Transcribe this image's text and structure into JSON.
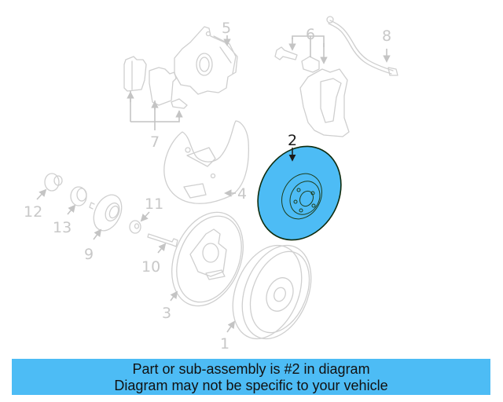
{
  "diagram": {
    "highlighted_part": "2",
    "highlight_color": "#4dbcf5",
    "callouts": [
      {
        "id": "1",
        "label": "1"
      },
      {
        "id": "2",
        "label": "2"
      },
      {
        "id": "3",
        "label": "3"
      },
      {
        "id": "4",
        "label": "4"
      },
      {
        "id": "5",
        "label": "5"
      },
      {
        "id": "6",
        "label": "6"
      },
      {
        "id": "7",
        "label": "7"
      },
      {
        "id": "8",
        "label": "8"
      },
      {
        "id": "9",
        "label": "9"
      },
      {
        "id": "10",
        "label": "10"
      },
      {
        "id": "11",
        "label": "11"
      },
      {
        "id": "12",
        "label": "12"
      },
      {
        "id": "13",
        "label": "13"
      }
    ]
  },
  "banner": {
    "line1": "Part or sub-assembly is #2 in diagram",
    "line2": "Diagram may not be specific to your vehicle",
    "color": "#4dbcf5"
  }
}
